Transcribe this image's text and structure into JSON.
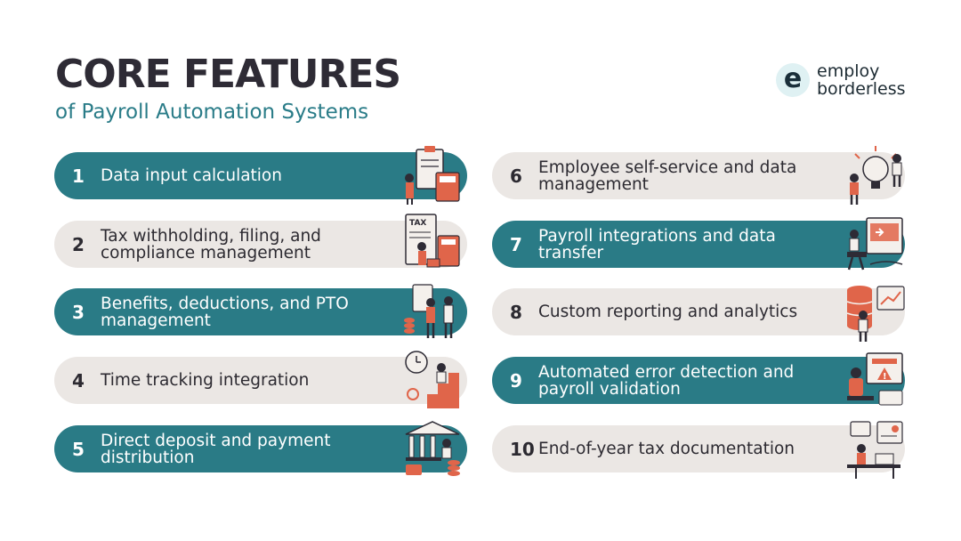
{
  "header": {
    "title": "CORE FEATURES",
    "subtitle": "of Payroll Automation Systems"
  },
  "logo": {
    "mark": "e",
    "line1": "employ",
    "line2": "borderless"
  },
  "colors": {
    "teal": "#2a7b86",
    "grey": "#ebe7e4",
    "accent": "#e0654a",
    "dark": "#2e2b35"
  },
  "features": [
    {
      "num": "1",
      "label": "Data input calculation",
      "icon": "clipboard-calculator-illustration"
    },
    {
      "num": "2",
      "label": "Tax withholding, filing, and compliance management",
      "icon": "tax-form-illustration"
    },
    {
      "num": "3",
      "label": "Benefits, deductions, and PTO management",
      "icon": "team-benefits-illustration"
    },
    {
      "num": "4",
      "label": "Time tracking integration",
      "icon": "clock-stairs-illustration"
    },
    {
      "num": "5",
      "label": "Direct deposit and payment distribution",
      "icon": "bank-coins-illustration"
    },
    {
      "num": "6",
      "label": "Employee self-service and data management",
      "icon": "lightbulb-people-illustration"
    },
    {
      "num": "7",
      "label": "Payroll integrations and data transfer",
      "icon": "laptop-transfer-illustration"
    },
    {
      "num": "8",
      "label": "Custom reporting and analytics",
      "icon": "database-chart-illustration"
    },
    {
      "num": "9",
      "label": "Automated error detection and payroll validation",
      "icon": "error-check-illustration"
    },
    {
      "num": "10",
      "label": "End-of-year tax documentation",
      "icon": "desk-documents-illustration"
    }
  ]
}
